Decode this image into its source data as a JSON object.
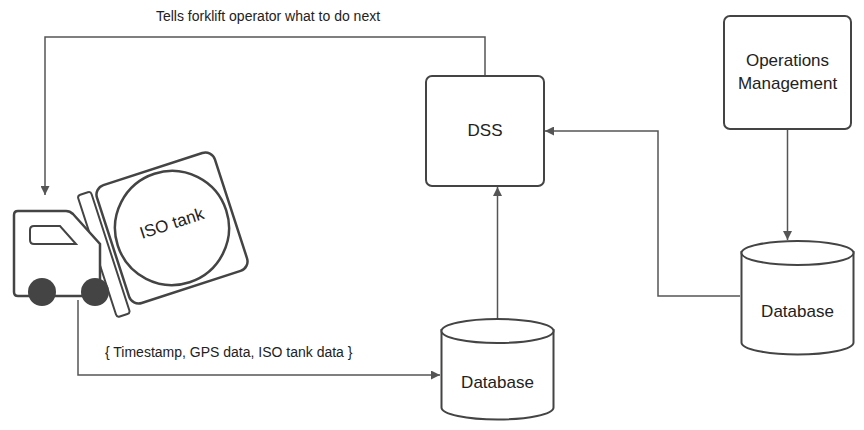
{
  "diagram": {
    "nodes": [
      {
        "text": [
          "ISO tank"
        ]
      },
      {
        "text": [
          "DSS"
        ]
      },
      {
        "text": [
          "Operations Management"
        ]
      },
      {
        "text": [
          "Database"
        ]
      },
      {
        "text": [
          "Database"
        ]
      }
    ],
    "edges": [
      {
        "from": 1,
        "to": 0,
        "arrow": "to",
        "label": "Tells forklift operator what to do next"
      },
      {
        "from": 0,
        "to": 3,
        "arrow": "to",
        "label": "{ Timestamp, GPS data, ISO tank data }"
      },
      {
        "from": 3,
        "to": 1,
        "arrow": "to"
      },
      {
        "from": 2,
        "to": 4,
        "arrow": "to"
      },
      {
        "from": 4,
        "to": 1,
        "arrow": "to"
      }
    ]
  }
}
